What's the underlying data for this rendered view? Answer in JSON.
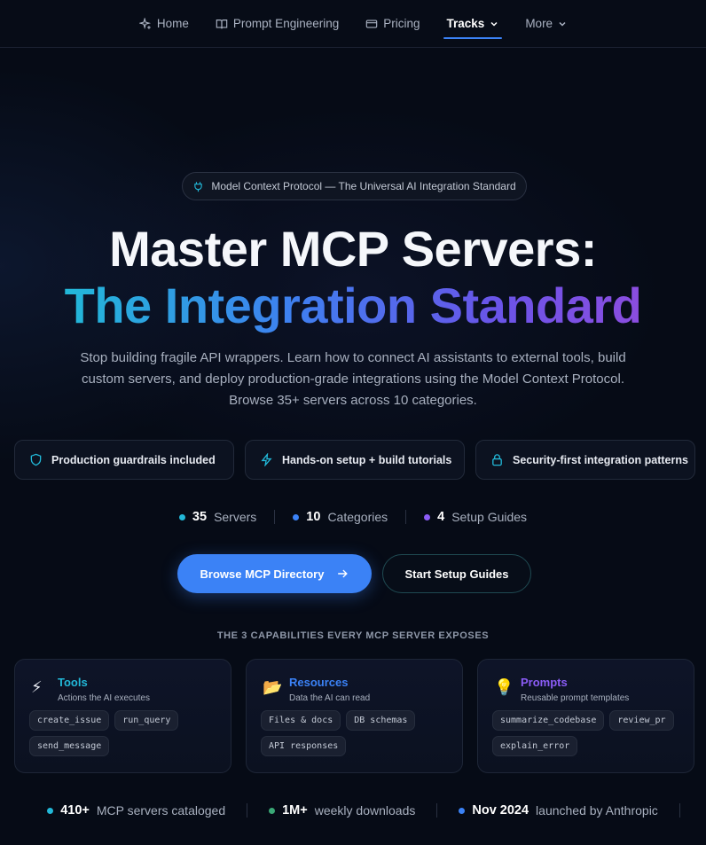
{
  "nav": {
    "items": [
      {
        "label": "Home",
        "icon": "sparkle-icon"
      },
      {
        "label": "Prompt Engineering",
        "icon": "book-icon"
      },
      {
        "label": "Pricing",
        "icon": "card-icon"
      },
      {
        "label": "Tracks",
        "icon": "chevron-down-icon",
        "active": true
      },
      {
        "label": "More",
        "icon": "chevron-down-icon"
      }
    ]
  },
  "hero": {
    "badge": "Model Context Protocol — The Universal AI Integration Standard",
    "title_line1": "Master MCP Servers:",
    "title_line2": "The Integration Standard",
    "subtitle": "Stop building fragile API wrappers. Learn how to connect AI assistants to external tools, build custom servers, and deploy production-grade integrations using the Model Context Protocol. Browse 35+ servers across 10 categories."
  },
  "features": [
    {
      "label": "Production guardrails included",
      "icon": "shield-icon"
    },
    {
      "label": "Hands-on setup + build tutorials",
      "icon": "bolt-icon"
    },
    {
      "label": "Security-first integration patterns",
      "icon": "lock-icon"
    }
  ],
  "stats": [
    {
      "value": "35",
      "label": "Servers",
      "color": "#22b8d8"
    },
    {
      "value": "10",
      "label": "Categories",
      "color": "#3b82f6"
    },
    {
      "value": "4",
      "label": "Setup Guides",
      "color": "#8b5cf6"
    }
  ],
  "cta": {
    "primary": "Browse MCP Directory",
    "secondary": "Start Setup Guides"
  },
  "capabilities": {
    "title": "THE 3 CAPABILITIES EVERY MCP SERVER EXPOSES",
    "cards": [
      {
        "name": "Tools",
        "desc": "Actions the AI executes",
        "icon": "⚡",
        "color": "#22b8d8",
        "chips": [
          "create_issue",
          "run_query",
          "send_message"
        ]
      },
      {
        "name": "Resources",
        "desc": "Data the AI can read",
        "icon": "📂",
        "color": "#3b82f6",
        "chips": [
          "Files & docs",
          "DB schemas",
          "API responses"
        ]
      },
      {
        "name": "Prompts",
        "desc": "Reusable prompt templates",
        "icon": "💡",
        "color": "#8b5cf6",
        "chips": [
          "summarize_codebase",
          "review_pr",
          "explain_error"
        ]
      }
    ]
  },
  "bottom_stats": [
    {
      "value": "410+",
      "label": "MCP servers cataloged",
      "color": "#22b8d8"
    },
    {
      "value": "1M+",
      "label": "weekly downloads",
      "color": "#3aa876"
    },
    {
      "value": "Nov 2024",
      "label": "launched by Anthropic",
      "color": "#3b82f6"
    }
  ]
}
